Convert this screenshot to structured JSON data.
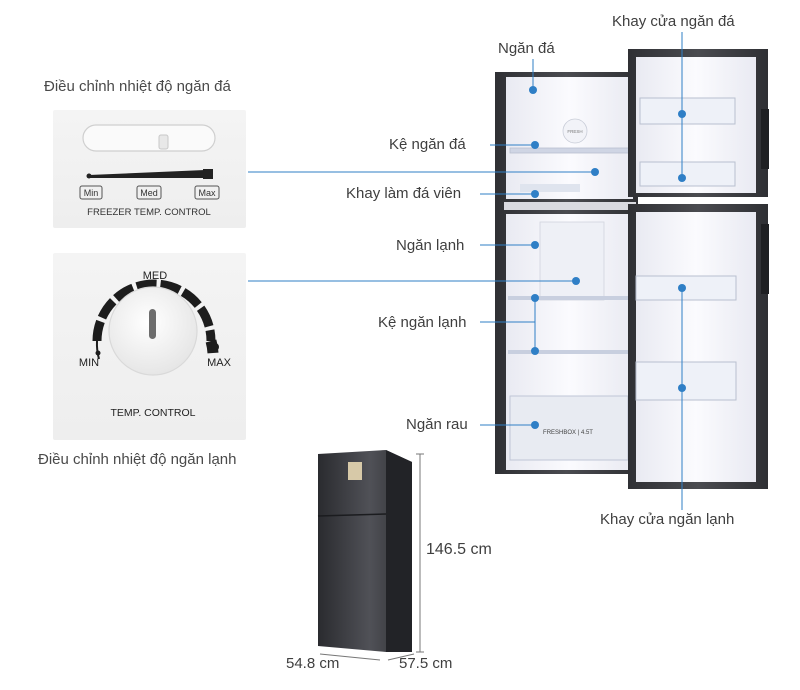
{
  "captions": {
    "freezer_control": "Điều chỉnh nhiệt độ ngăn đá",
    "fridge_control": "Điều chỉnh nhiệt độ ngăn lạnh"
  },
  "freezer_panel": {
    "slider_labels": [
      "Min",
      "Med",
      "Max"
    ],
    "title": "FREEZER TEMP. CONTROL"
  },
  "fridge_panel": {
    "dial_labels": {
      "min": "MIN",
      "med": "MED",
      "max": "MAX"
    },
    "title": "TEMP. CONTROL"
  },
  "callouts": {
    "freezer": "Ngăn đá",
    "freezer_door_tray": "Khay cửa ngăn đá",
    "freezer_shelf": "Kệ ngăn đá",
    "ice_tray": "Khay làm đá viên",
    "fridge": "Ngăn lạnh",
    "fridge_shelf": "Kệ ngăn lạnh",
    "vegetable_drawer": "Ngăn rau",
    "fridge_door_tray": "Khay cửa ngăn lạnh"
  },
  "fridge_markings": {
    "fresh_badge": "FRESH",
    "drawer_text": "FRESHBOX | 4.5T"
  },
  "dimensions": {
    "height": "146.5 cm",
    "width": "54.8 cm",
    "depth": "57.5 cm"
  },
  "colors": {
    "callout_line": "#2f7fc6",
    "callout_dot": "#2f7fc6",
    "fridge_body": "#3a3b3f",
    "fridge_interior": "#f7f7fb"
  }
}
